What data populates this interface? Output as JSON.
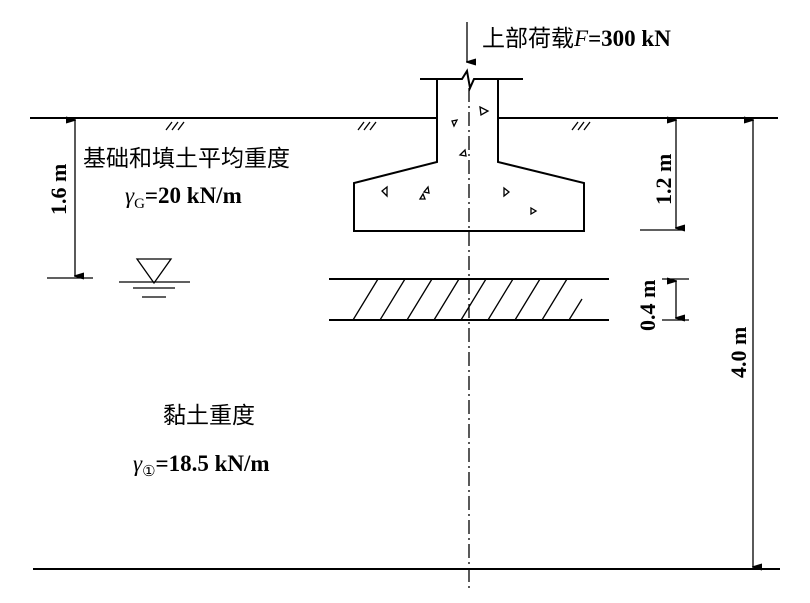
{
  "load": {
    "label": "上部荷载",
    "symbol": "F",
    "value": "=300 kN"
  },
  "fill_layer": {
    "title": "基础和填土平均重度",
    "symbol": "γ",
    "subscript": "G",
    "value": "=20 kN/m"
  },
  "clay_layer": {
    "title": "黏土重度",
    "symbol": "γ",
    "subscript": "①",
    "value": "=18.5 kN/m"
  },
  "dimensions": {
    "water_depth": "1.6 m",
    "footing_depth": "1.2 m",
    "soft_layer_thickness": "0.4 m",
    "total_depth": "4.0 m"
  }
}
